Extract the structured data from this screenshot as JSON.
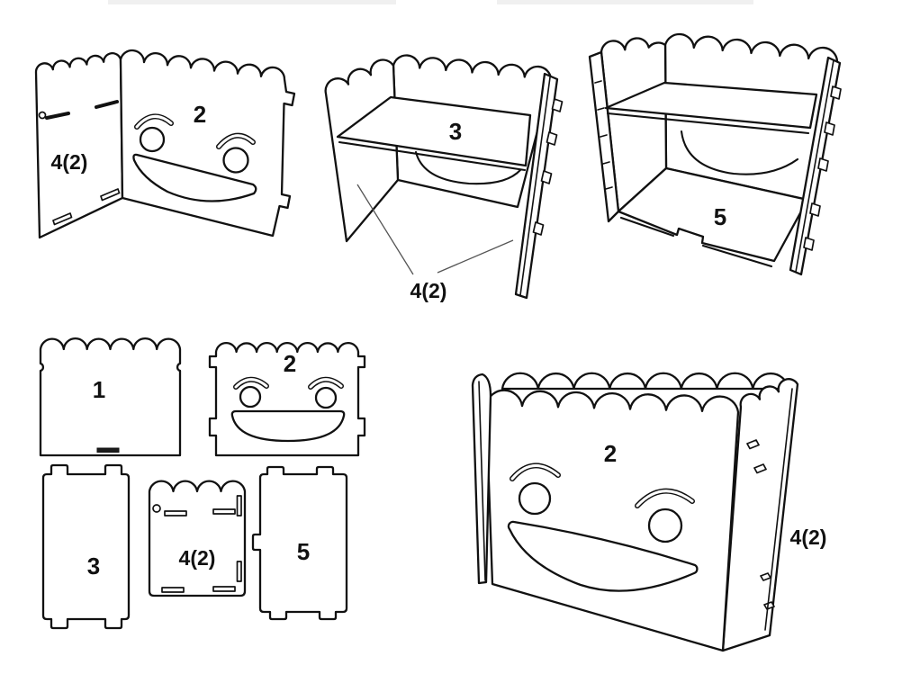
{
  "canvas": {
    "background_color": "#ffffff",
    "line_color": "#111111",
    "leader_line_color": "#555555"
  },
  "figures": {
    "step1": {
      "labels": {
        "side_panel": "4(2)",
        "face_panel": "2"
      }
    },
    "step2": {
      "labels": {
        "shelf": "3",
        "side_panels": "4(2)"
      }
    },
    "step3": {
      "labels": {
        "bottom_panel": "5"
      }
    },
    "parts": {
      "labels": {
        "back_panel": "1",
        "face_panel": "2",
        "shelf_panel": "3",
        "side_panel": "4(2)",
        "bottom_panel": "5"
      }
    },
    "final": {
      "labels": {
        "face_panel": "2",
        "side_panel": "4(2)"
      }
    }
  }
}
